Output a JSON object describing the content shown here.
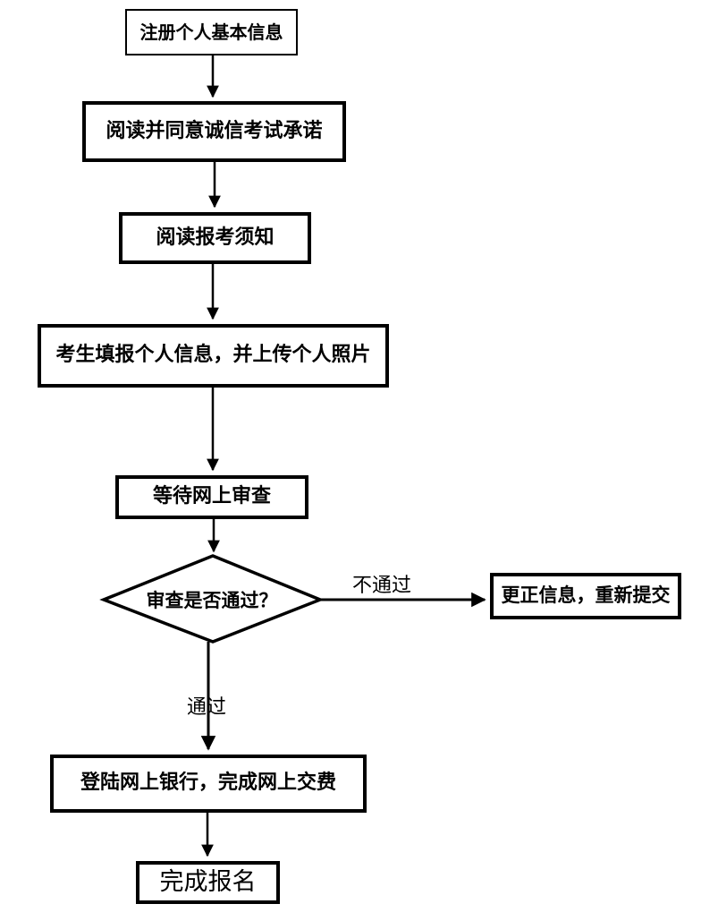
{
  "flowchart": {
    "nodes": {
      "register": "注册个人基本信息",
      "agree_commitment": "阅读并同意诚信考试承诺",
      "read_notice": "阅读报考须知",
      "fill_info": "考生填报个人信息，并上传个人照片",
      "wait_review": "等待网上审查",
      "review_decision": "审查是否通过？",
      "correct_resubmit": "更正信息，重新提交",
      "pay_online": "登陆网上银行，完成网上交费",
      "complete": "完成报名"
    },
    "edge_labels": {
      "fail": "不通过",
      "pass": "通过"
    },
    "colors": {
      "line": "#000000",
      "box_background": "#ffffff",
      "text": "#000000"
    }
  }
}
